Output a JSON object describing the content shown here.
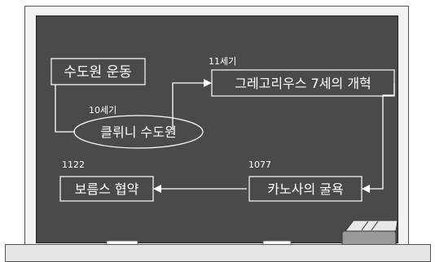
{
  "nodes": {
    "monastic_movement": "수도원 운동",
    "cluny": "클뤼니 수도원",
    "gregorian_reform": "그레고리우스 7세의 개혁",
    "canossa": "카노사의 굴욕",
    "worms": "보름스 협약"
  },
  "labels": {
    "century_10": "10세기",
    "century_11": "11세기",
    "year_1077": "1077",
    "year_1122": "1122"
  },
  "colors": {
    "board": "#4a4a4a",
    "frame": "#f2f2f2",
    "chalk_line": "#ffffff"
  },
  "icons": {
    "eraser": "eraser-icon",
    "chalk": "chalk-icon"
  }
}
